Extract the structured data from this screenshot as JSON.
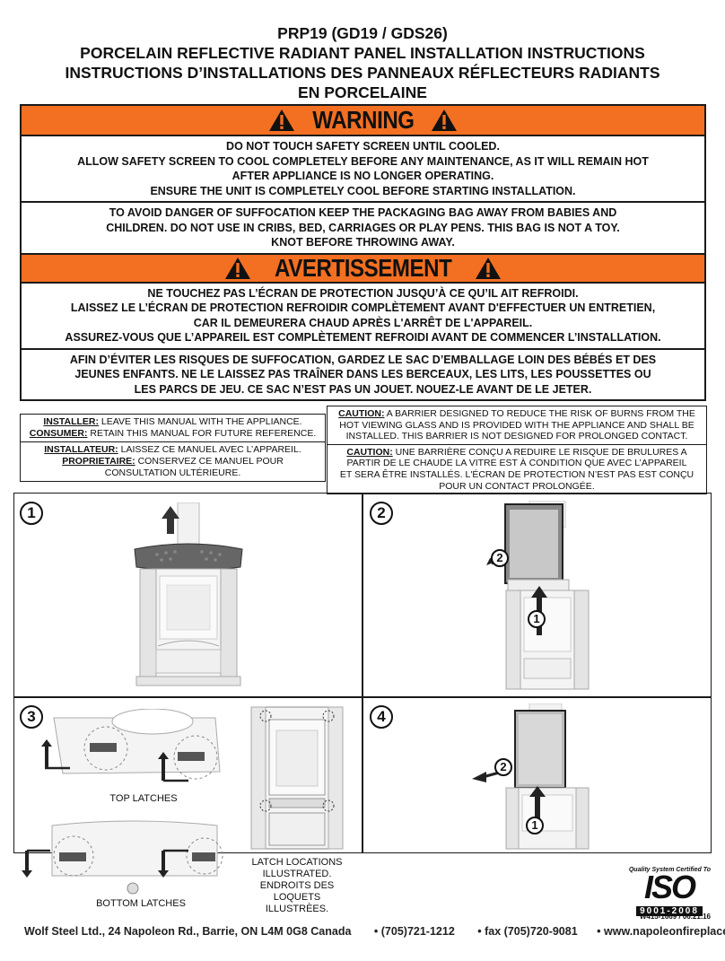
{
  "title": {
    "line1": "PRP19 (GD19 / GDS26)",
    "line2": "PORCELAIN REFLECTIVE RADIANT PANEL INSTALLATION INSTRUCTIONS",
    "line3": "INSTRUCTIONS D’INSTALLATIONS DES PANNEAUX RÉFLECTEURS RADIANTS",
    "line4": "EN PORCELAINE"
  },
  "warning": {
    "heading": "WARNING",
    "section1": [
      "DO NOT TOUCH SAFETY SCREEN UNTIL COOLED.",
      "ALLOW SAFETY SCREEN TO COOL COMPLETELY BEFORE ANY MAINTENANCE, AS IT WILL REMAIN HOT",
      "AFTER APPLIANCE IS NO LONGER OPERATING.",
      "ENSURE THE UNIT IS COMPLETELY COOL BEFORE STARTING INSTALLATION."
    ],
    "section2": [
      "TO AVOID DANGER OF SUFFOCATION KEEP THE PACKAGING BAG AWAY FROM BABIES AND",
      "CHILDREN. DO NOT USE IN CRIBS, BED, CARRIAGES OR PLAY PENS. THIS BAG IS NOT A TOY.",
      "KNOT BEFORE THROWING AWAY."
    ]
  },
  "avertissement": {
    "heading": "AVERTISSEMENT",
    "section1": [
      "NE TOUCHEZ PAS L’ÉCRAN DE PROTECTION JUSQU’À CE QU’IL AIT REFROIDI.",
      "LAISSEZ LE L’ÉCRAN DE PROTECTION REFROIDIR COMPLÈTEMENT AVANT D'EFFECTUER UN ENTRETIEN,",
      "CAR IL DEMEURERA CHAUD APRÈS L'ARRÊT DE L'APPAREIL.",
      "ASSUREZ-VOUS QUE L’APPAREIL EST COMPLÈTEMENT REFROIDI AVANT DE COMMENCER L’INSTALLATION."
    ],
    "section2": [
      "AFIN D’ÉVITER LES RISQUES DE SUFFOCATION, GARDEZ LE SAC D’EMBALLAGE LOIN DES BÉBÉS ET DES",
      "JEUNES ENFANTS. NE LE LAISSEZ PAS TRAÎNER DANS LES BERCEAUX, LES LITS, LES POUSSETTES OU",
      "LES PARCS DE JEU. CE SAC N’EST PAS UN JOUET. NOUEZ-LE AVANT DE LE JETER."
    ]
  },
  "installer_box": {
    "installer_label": "INSTALLER:",
    "installer_text": " LEAVE THIS MANUAL WITH THE APPLIANCE.",
    "consumer_label": "CONSUMER:",
    "consumer_text": " RETAIN THIS MANUAL FOR FUTURE REFERENCE.",
    "installateur_label": "INSTALLATEUR:",
    "installateur_text": " LAISSEZ CE MANUEL AVEC L’APPAREIL.",
    "proprietaire_label": "PROPRIETAIRE:",
    "proprietaire_text": " CONSERVEZ CE MANUEL POUR",
    "proprietaire_text2": "CONSULTATION ULTÉRIEURE."
  },
  "caution_box": {
    "en_label": "CAUTION:",
    "en_line1": " A BARRIER DESIGNED TO REDUCE THE RISK OF BURNS FROM THE",
    "en_line2": "HOT VIEWING GLASS AND IS PROVIDED WITH THE APPLIANCE AND SHALL BE",
    "en_line3": "INSTALLED. THIS BARRIER IS NOT DESIGNED FOR PROLONGED CONTACT.",
    "fr_label": "CAUTION:",
    "fr_line1": " UNE BARRIÈRE CONÇU A REDUIRE LE RISQUE DE BRULURES A",
    "fr_line2": "PARTIR DE LE CHAUDE LA VITRE EST À CONDITION QUE AVEC L’APPAREIL",
    "fr_line3": "ET SERA ÊTRE INSTALLÉS. L'ÉCRAN DE PROTECTION N’EST PAS EST CONÇU",
    "fr_line4": "POUR UN CONTACT PROLONGÉE."
  },
  "steps": {
    "s1": "1",
    "s2": "2",
    "s3": "3",
    "s4": "4",
    "sub1": "1",
    "sub2": "2"
  },
  "captions": {
    "top_latches": "TOP LATCHES",
    "bottom_latches": "BOTTOM LATCHES",
    "latch1": "LATCH LOCATIONS",
    "latch2": "ILLUSTRATED.",
    "latch3": "ENDROITS DES LOQUETS",
    "latch4": "ILLUSTRÈES."
  },
  "iso": {
    "quality": "Quality System Certified To",
    "mark": "ISO",
    "standard": "9001-2008"
  },
  "doc_number": "W415-1669 / 06.21.16",
  "footer": {
    "company": "Wolf Steel Ltd., 24 Napoleon Rd., Barrie, ON L4M 0G8 Canada",
    "phone": "• (705)721-1212",
    "fax": "• fax (705)720-9081",
    "web": "• www.napoleonfireplaces.com"
  }
}
